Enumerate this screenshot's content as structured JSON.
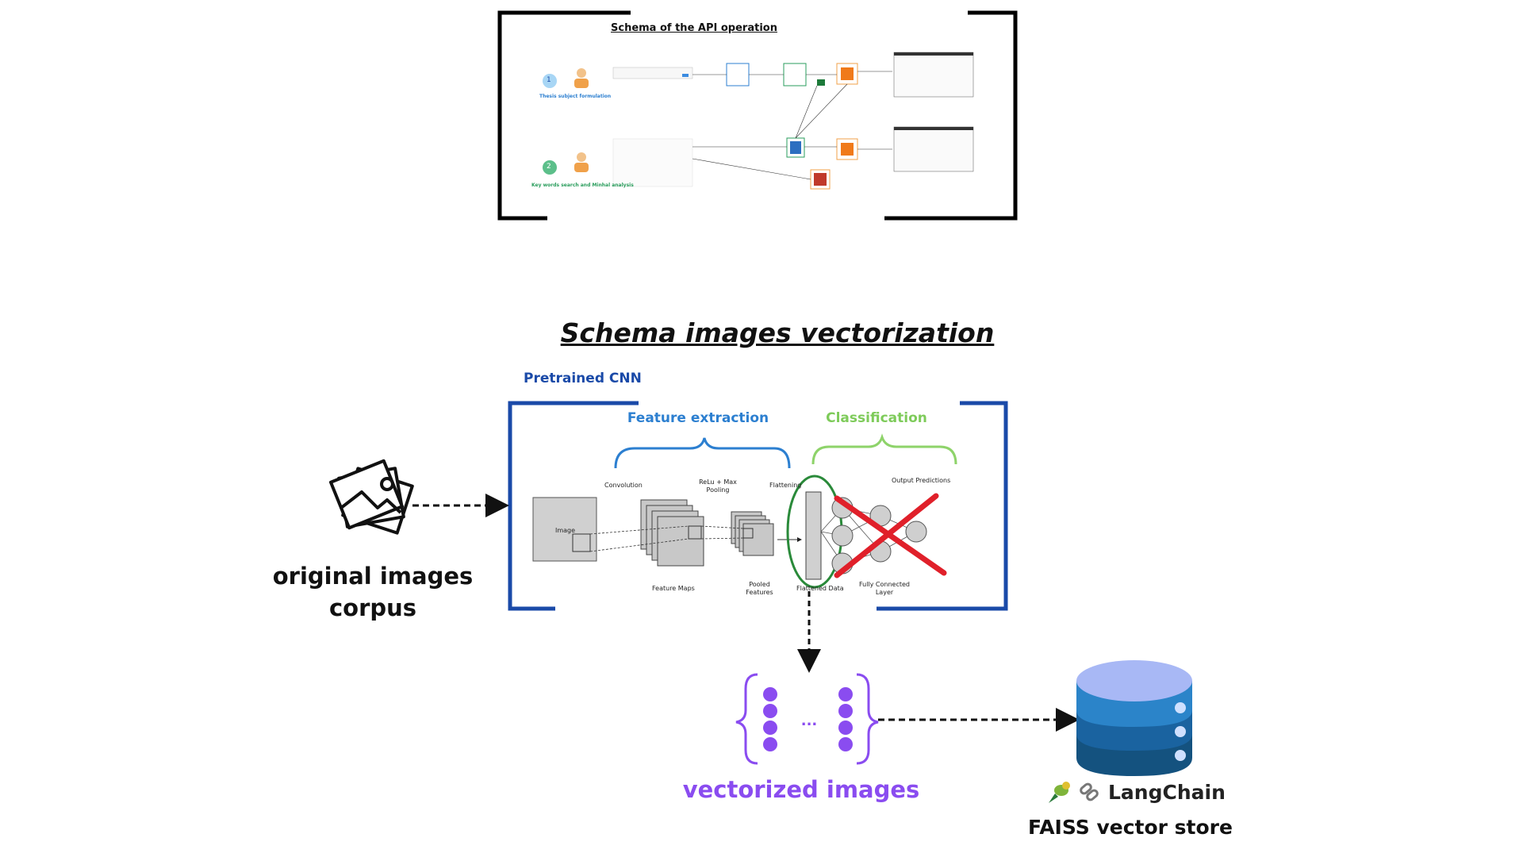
{
  "top_diagram": {
    "title": "Schema of the API operation",
    "step1_number": "1",
    "step1_label": "Thesis subject formulation",
    "step2_number": "2",
    "step2_label": "Key words search and Minhal analysis"
  },
  "main": {
    "title": "Schema images vectorization",
    "cnn_label": "Pretrained CNN",
    "feature_extraction": "Feature extraction",
    "classification": "Classification",
    "cnn_labels": {
      "convolution": "Convolution",
      "relu_pool_1": "ReLu + Max",
      "relu_pool_2": "Pooling",
      "flattening": "Flattening",
      "output_predictions": "Output Predictions",
      "image": "Image",
      "feature_maps": "Feature Maps",
      "pooled_1": "Pooled",
      "pooled_2": "Features",
      "flattened_data": "Flattened Data",
      "fc_1": "Fully Connected",
      "fc_2": "Layer"
    },
    "original_corpus_line1": "original images",
    "original_corpus_line2": "corpus",
    "vectorized_images": "vectorized images",
    "vector_ellipsis": "...",
    "langchain": "LangChain",
    "faiss": "FAISS vector store"
  },
  "colors": {
    "frame_blue": "#1a4aa8",
    "feature_blue": "#2c7fd0",
    "class_green": "#7ecb5a",
    "vector_purple": "#8a4cf0",
    "cross_red": "#e0202a",
    "db_blue": "#1f6fb8"
  }
}
